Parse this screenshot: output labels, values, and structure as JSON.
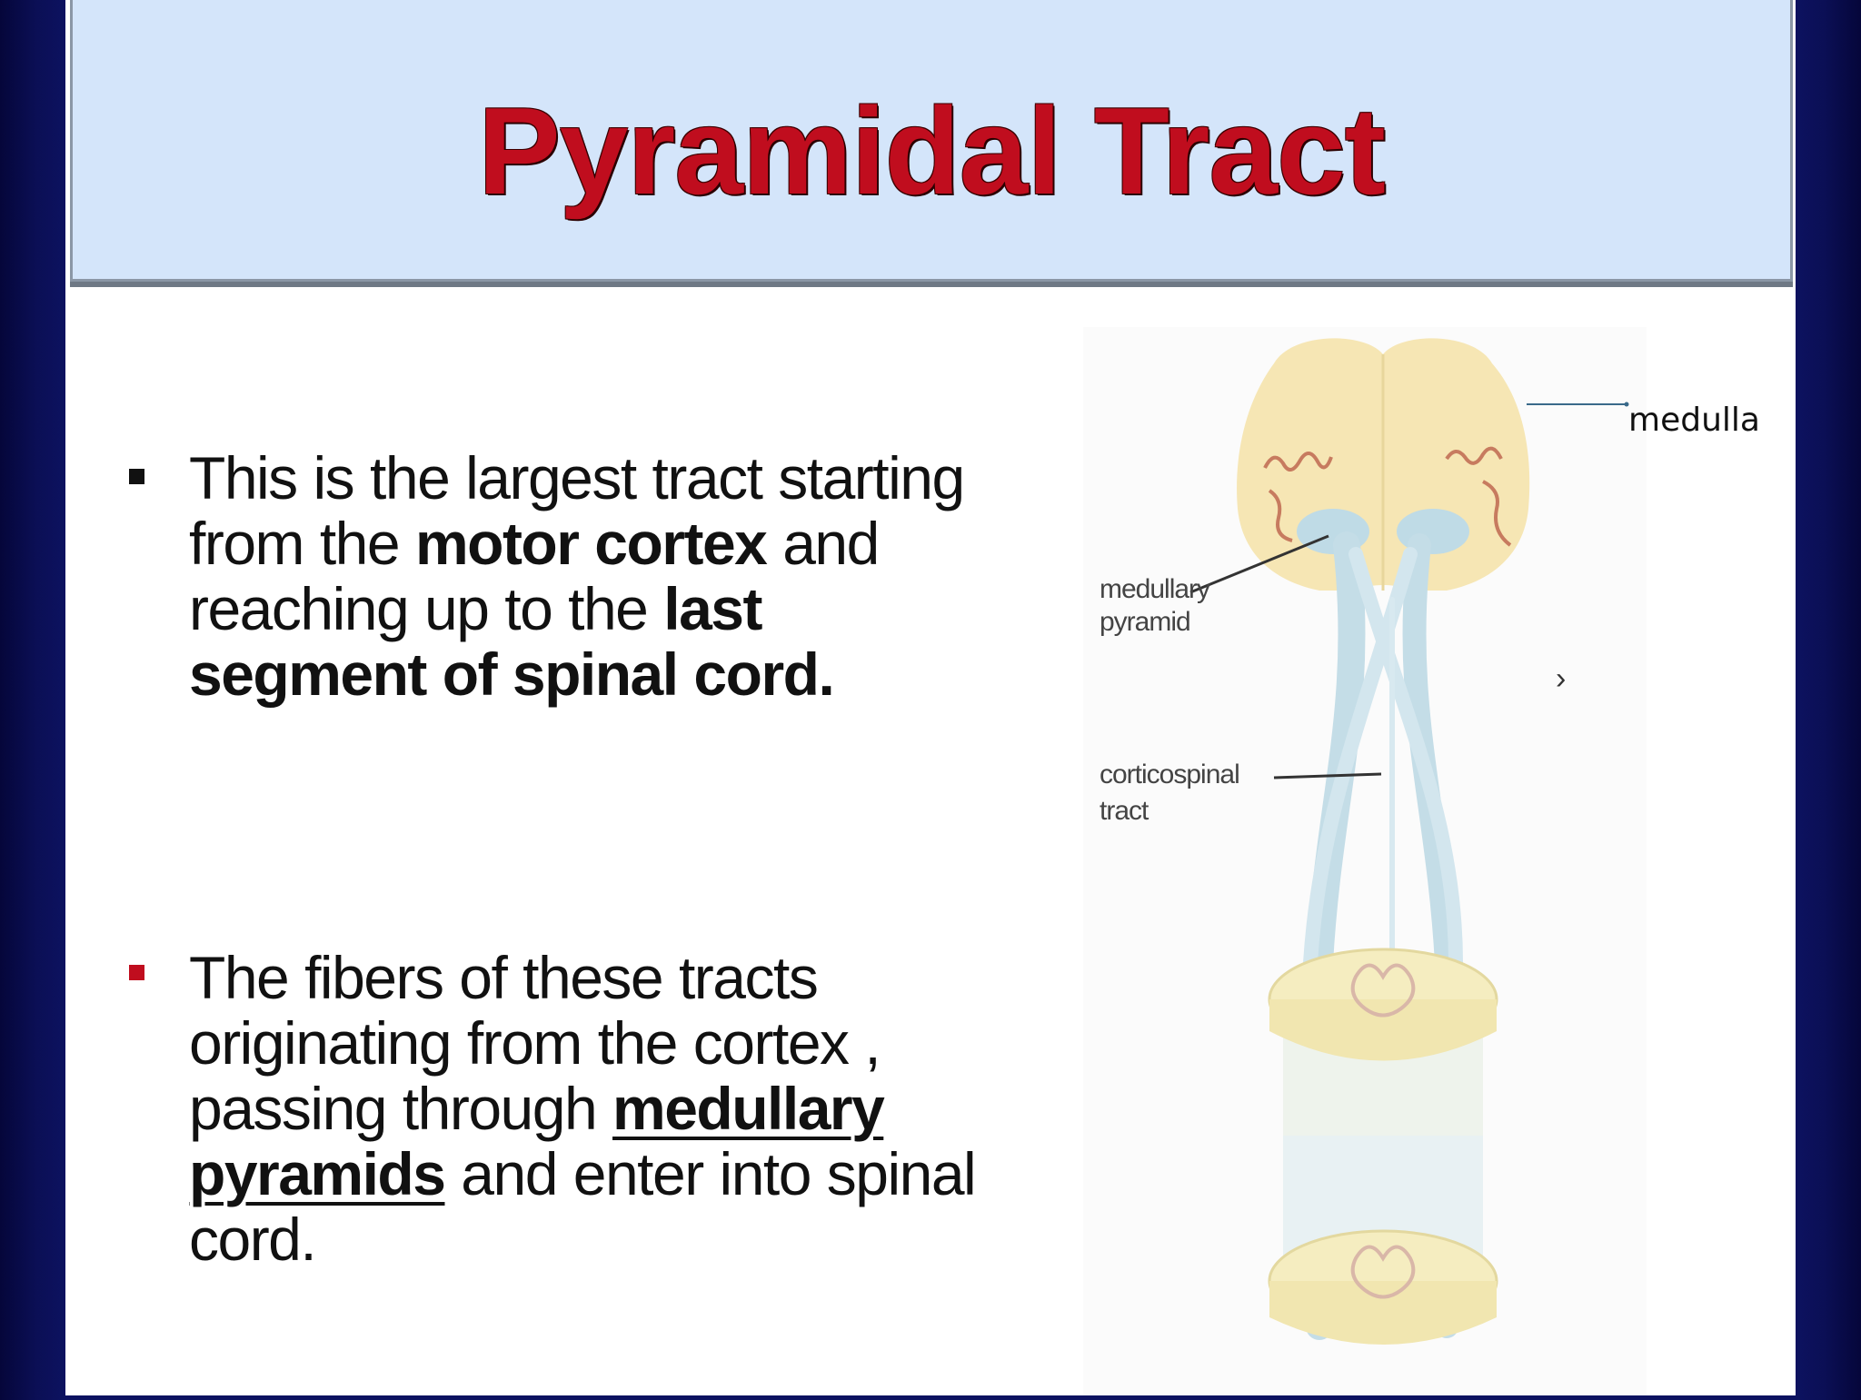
{
  "slide": {
    "title": "Pyramidal Tract",
    "bullets": [
      {
        "color": "#111111",
        "segments": [
          {
            "text": "This is the largest tract starting from the ",
            "bold": false
          },
          {
            "text": "motor cortex",
            "bold": true
          },
          {
            "text": " and reaching up to the ",
            "bold": false
          },
          {
            "text": "last segment of spinal cord.",
            "bold": true
          }
        ]
      },
      {
        "color": "#c00d1e",
        "segments": [
          {
            "text": " The fibers of these tracts originating from the cortex , passing through ",
            "bold": false
          },
          {
            "text": "medullary pyramids",
            "bold": true,
            "underline": true
          },
          {
            "text": " and enter into spinal cord.",
            "bold": false
          }
        ]
      }
    ]
  },
  "figure": {
    "labels": {
      "medulla": "medulla",
      "medullary_pyramid_1": "medullary",
      "medullary_pyramid_2": "pyramid",
      "corticospinal_1": "corticospinal",
      "corticospinal_2": "tract"
    },
    "arrow_glyph": "›",
    "colors": {
      "tissue": "#f6e6b4",
      "tract": "#bfdbe6",
      "gray_matter": "#d08a6a"
    }
  }
}
